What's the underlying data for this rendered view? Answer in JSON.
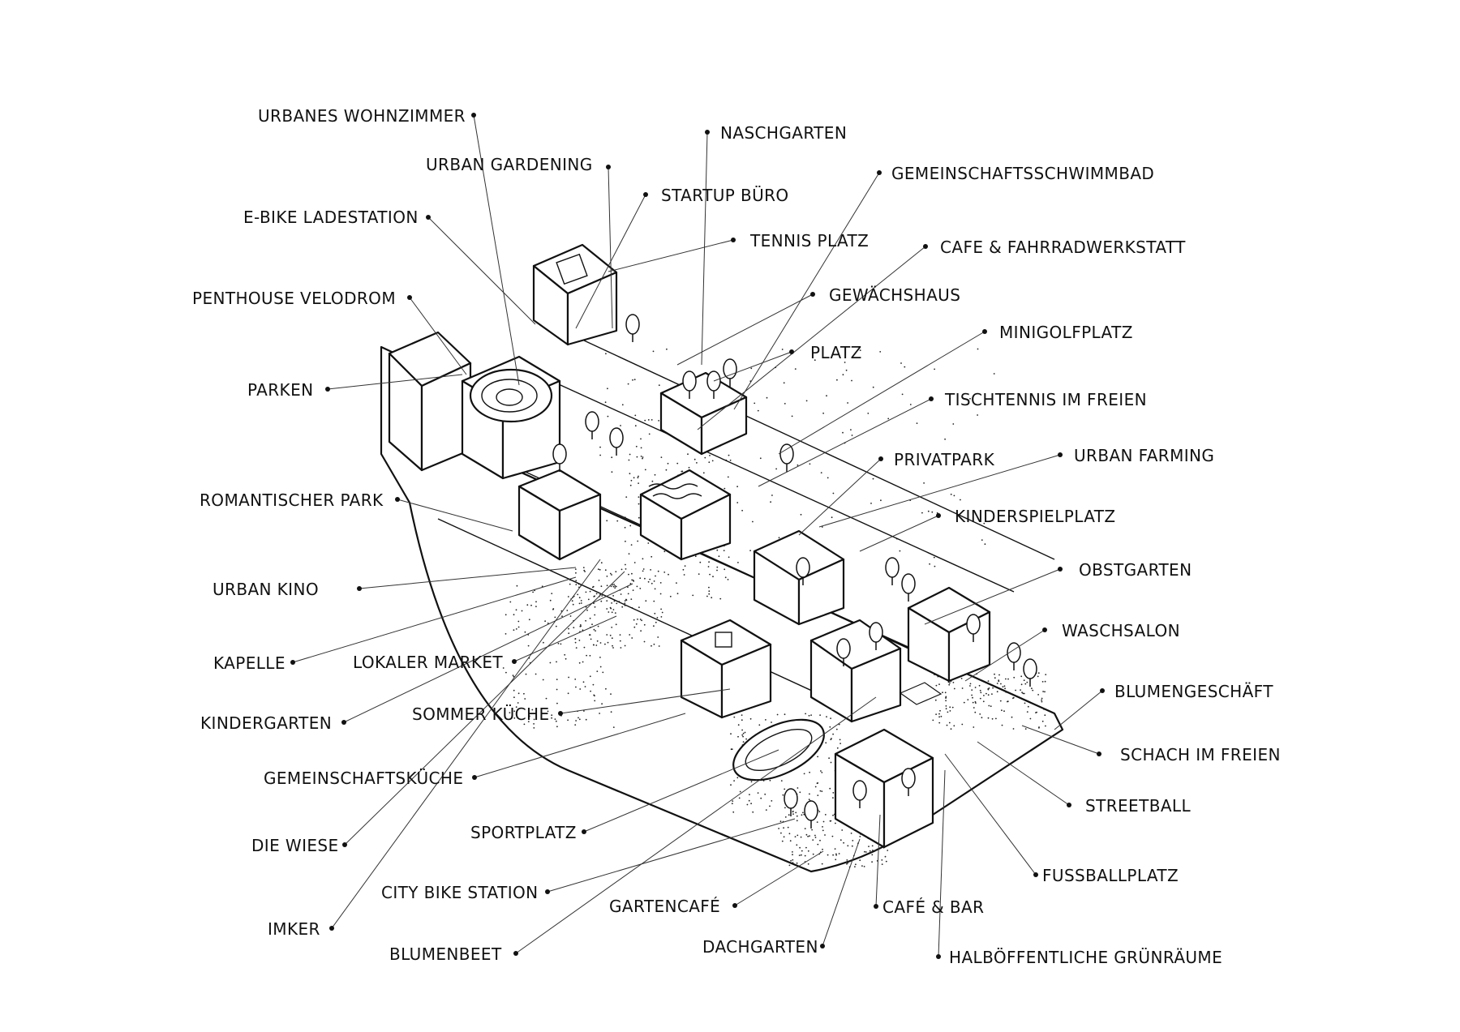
{
  "labels": {
    "urbanes_wohnzimmer": "URBANES WOHNZIMMER",
    "urban_gardening": "URBAN GARDENING",
    "e_bike_ladestation": "E-BIKE LADESTATION",
    "penthouse_velodrom": "PENTHOUSE VELODROM",
    "parken": "PARKEN",
    "romantischer_park": "ROMANTISCHER PARK",
    "urban_kino": "URBAN KINO",
    "kapelle": "KAPELLE",
    "kindergarten": "KINDERGARTEN",
    "gemeinschaftskueche": "GEMEINSCHAFTSKÜCHE",
    "die_wiese": "DIE WIESE",
    "imker": "IMKER",
    "lokaler_market": "LOKALER MARKET",
    "sommer_kueche": "SOMMER KÜCHE",
    "sportplatz": "SPORTPLATZ",
    "city_bike_station": "CITY BIKE STATION",
    "blumenbeet": "BLUMENBEET",
    "gartencafe": "GARTENCAFÉ",
    "dachgarten": "DACHGARTEN",
    "cafe_bar": "CAFÉ & BAR",
    "halboeffentliche_gruenraeume": "HALBÖFFENTLICHE GRÜNRÄUME",
    "fussballplatz": "FUSSBALLPLATZ",
    "streetball": "STREETBALL",
    "schach_im_freien": "SCHACH IM FREIEN",
    "blumengeschaeft": "BLUMENGESCHÄFT",
    "waschsalon": "WASCHSALON",
    "obstgarten": "OBSTGARTEN",
    "kinderspielplatz": "KINDERSPIELPLATZ",
    "urban_farming": "URBAN FARMING",
    "privatpark": "PRIVATPARK",
    "tischtennis_im_freien": "TISCHTENNIS IM FREIEN",
    "minigolfplatz": "MINIGOLFPLATZ",
    "platz": "PLATZ",
    "gewaechshaus": "GEWÄCHSHAUS",
    "cafe_fahrradwerkstatt": "CAFE & FAHRRADWERKSTATT",
    "tennis_platz": "TENNIS PLATZ",
    "gemeinschaftsschwimmbad": "GEMEINSCHAFTSSCHWIMMBAD",
    "startup_buero": "STARTUP BÜRO",
    "naschgarten": "NASCHGARTEN"
  }
}
